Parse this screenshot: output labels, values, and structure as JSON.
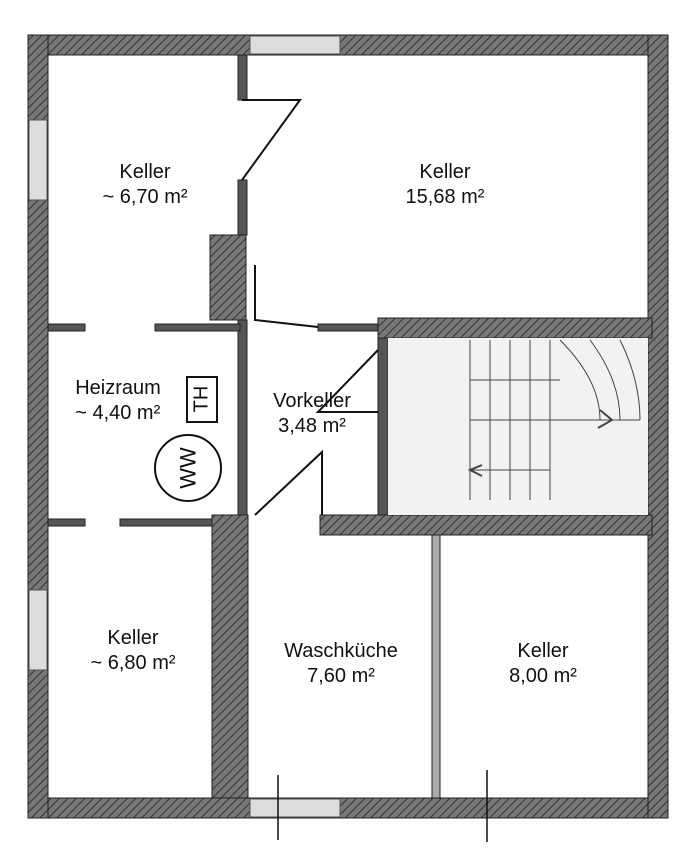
{
  "rooms": [
    {
      "name": "Keller",
      "area": "~ 6,70 m²"
    },
    {
      "name": "Keller",
      "area": "15,68 m²"
    },
    {
      "name": "Heizraum",
      "area": "~ 4,40 m²"
    },
    {
      "name": "Vorkeller",
      "area": "3,48 m²"
    },
    {
      "name": "Keller",
      "area": "~ 6,80 m²"
    },
    {
      "name": "Waschküche",
      "area": "7,60 m²"
    },
    {
      "name": "Keller",
      "area": "8,00 m²"
    }
  ],
  "symbols": {
    "heater": "TH",
    "water_heater": "WW"
  }
}
